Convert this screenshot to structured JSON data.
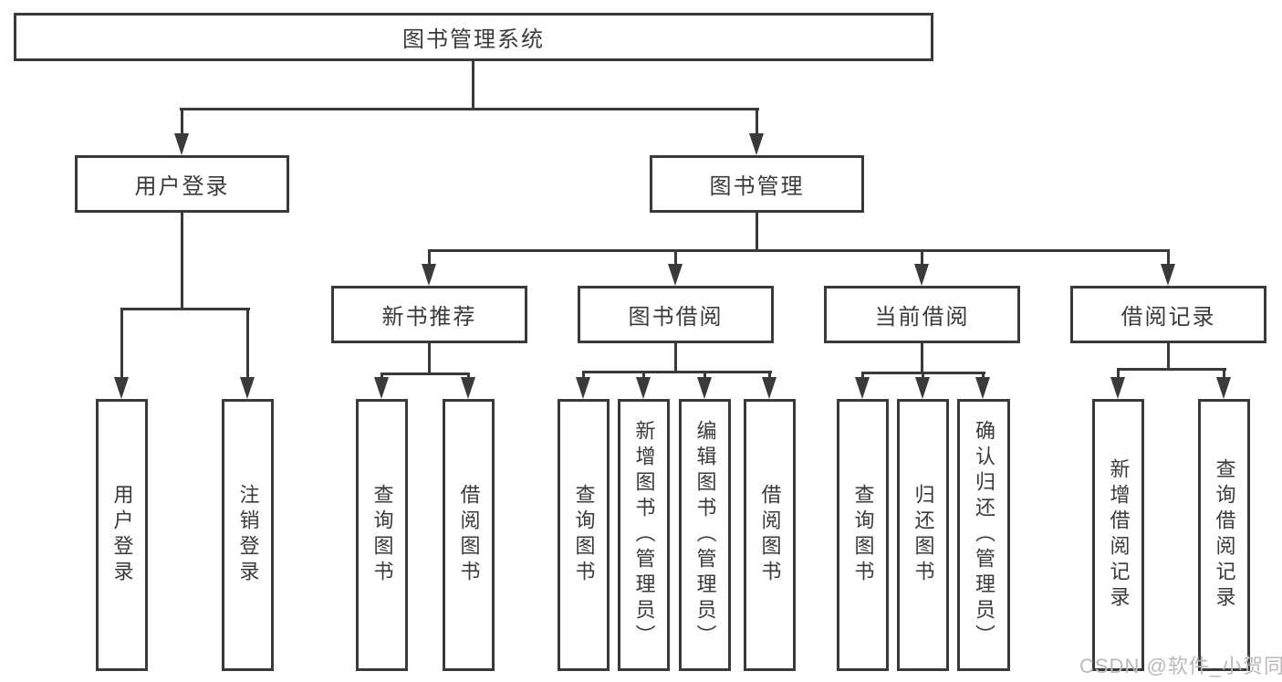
{
  "diagram": {
    "title": "图书管理系统",
    "nodes": {
      "root": "图书管理系统",
      "user_login": "用户登录",
      "book_management": "图书管理",
      "new_book_recommendation": "新书推荐",
      "book_borrowing": "图书借阅",
      "current_borrowing": "当前借阅",
      "borrowing_records": "借阅记录",
      "leaf_user_login": "用户登录",
      "leaf_logout": "注销登录",
      "nb_query_books": "查询图书",
      "nb_borrow_books": "借阅图书",
      "bb_query_books": "查询图书",
      "bb_add_books_admin": "新增图书（管理员）",
      "bb_edit_books_admin": "编辑图书（管理员）",
      "bb_borrow_books": "借阅图书",
      "cb_query_books": "查询图书",
      "cb_return_books": "归还图书",
      "cb_confirm_return_admin": "确认归还（管理员）",
      "br_add_record": "新增借阅记录",
      "br_query_record": "查询借阅记录"
    },
    "edges": [
      [
        "root",
        "user_login"
      ],
      [
        "root",
        "book_management"
      ],
      [
        "user_login",
        "leaf_user_login"
      ],
      [
        "user_login",
        "leaf_logout"
      ],
      [
        "book_management",
        "new_book_recommendation"
      ],
      [
        "book_management",
        "book_borrowing"
      ],
      [
        "book_management",
        "current_borrowing"
      ],
      [
        "book_management",
        "borrowing_records"
      ],
      [
        "new_book_recommendation",
        "nb_query_books"
      ],
      [
        "new_book_recommendation",
        "nb_borrow_books"
      ],
      [
        "book_borrowing",
        "bb_query_books"
      ],
      [
        "book_borrowing",
        "bb_add_books_admin"
      ],
      [
        "book_borrowing",
        "bb_edit_books_admin"
      ],
      [
        "book_borrowing",
        "bb_borrow_books"
      ],
      [
        "current_borrowing",
        "cb_query_books"
      ],
      [
        "current_borrowing",
        "cb_return_books"
      ],
      [
        "current_borrowing",
        "cb_confirm_return_admin"
      ],
      [
        "borrowing_records",
        "br_add_record"
      ],
      [
        "borrowing_records",
        "br_query_record"
      ]
    ]
  },
  "watermark": "CSDN @软件_小贺同学",
  "colors": {
    "line": "#3a3a3a",
    "text": "#3a3a3a",
    "background": "#ffffff",
    "watermark": "#bdb8b8"
  }
}
